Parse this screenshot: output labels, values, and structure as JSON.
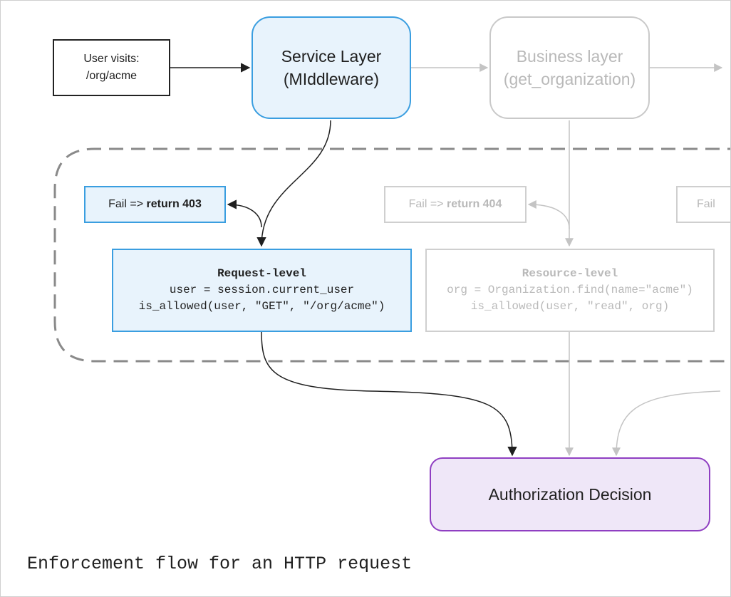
{
  "diagram": {
    "user_visits": {
      "line1": "User visits:",
      "line2": "/org/acme"
    },
    "service_layer": {
      "line1": "Service Layer",
      "line2": "(MIddleware)"
    },
    "business_layer": {
      "line1": "Business layer",
      "line2": "(get_organization)"
    },
    "fail_403": {
      "prefix": "Fail => ",
      "emphasis": "return 403"
    },
    "fail_404": {
      "prefix": "Fail => ",
      "emphasis": "return 404"
    },
    "fail_cut": {
      "prefix": "Fail"
    },
    "request_level": {
      "title": "Request-level",
      "line1": "user = session.current_user",
      "line2": "is_allowed(user, \"GET\", \"/org/acme\")"
    },
    "resource_level": {
      "title": "Resource-level",
      "line1": "org = Organization.find(name=\"acme\")",
      "line2": "is_allowed(user, \"read\", org)"
    },
    "decision": {
      "label": "Authorization Decision"
    }
  },
  "caption": "Enforcement flow for an HTTP request",
  "colors": {
    "active_border": "#3a9ee0",
    "active_fill": "#e8f3fc",
    "inactive": "#c9c9c9",
    "decision_border": "#8f3fc2",
    "decision_fill": "#efe7f8"
  }
}
